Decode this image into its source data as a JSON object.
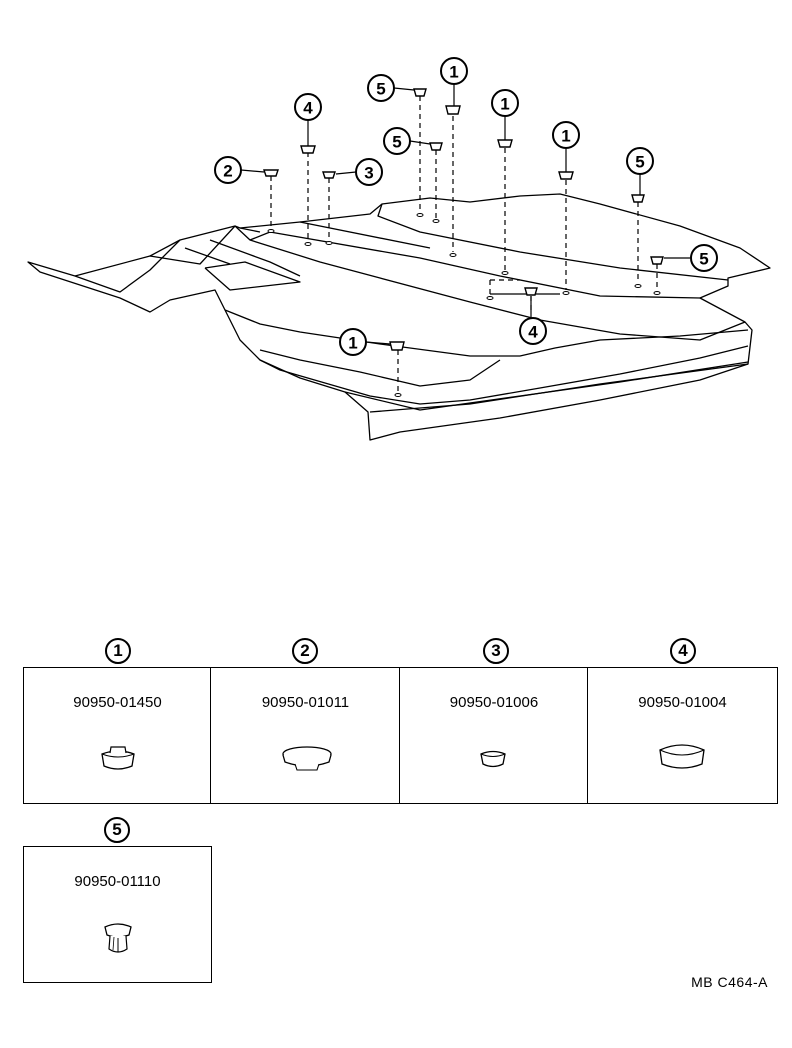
{
  "diagram": {
    "callouts": {
      "one": "1",
      "two": "2",
      "three": "3",
      "four": "4",
      "five": "5"
    }
  },
  "parts": [
    {
      "ref": "1",
      "number": "90950-01450",
      "icon": "round-hole-plug-icon"
    },
    {
      "ref": "2",
      "number": "90950-01011",
      "icon": "flat-hole-plug-icon"
    },
    {
      "ref": "3",
      "number": "90950-01006",
      "icon": "small-hole-plug-icon"
    },
    {
      "ref": "4",
      "number": "90950-01004",
      "icon": "large-hole-plug-icon"
    },
    {
      "ref": "5",
      "number": "90950-01110",
      "icon": "clip-plug-icon"
    }
  ],
  "footer": {
    "code": "MB  C464-A"
  }
}
